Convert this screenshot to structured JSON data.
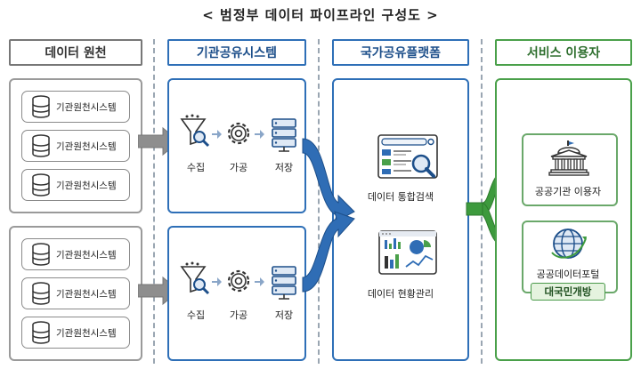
{
  "title": "< 범정부 데이터 파이프라인 구성도 >",
  "columns": {
    "source": {
      "header": "데이터 원천"
    },
    "sharing": {
      "header": "기관공유시스템"
    },
    "platform": {
      "header": "국가공유플랫폼"
    },
    "users": {
      "header": "서비스 이용자"
    }
  },
  "source_groups": [
    {
      "items": [
        "기관원천시스템",
        "기관원천시스템",
        "기관원천시스템"
      ]
    },
    {
      "items": [
        "기관원천시스템",
        "기관원천시스템",
        "기관원천시스템"
      ]
    }
  ],
  "pipeline_steps": [
    "수집",
    "가공",
    "저장"
  ],
  "platform_services": [
    "데이터 통합검색",
    "데이터 현황관리"
  ],
  "service_users": [
    "공공기관 이용자",
    "공공데이터포털"
  ],
  "portal_badge": "대국민개방",
  "colors": {
    "blue": "#2e6fb7",
    "green": "#4aa04a",
    "gray": "#8a8a8a"
  },
  "icons": [
    "database-icon",
    "funnel-search-icon",
    "gear-icon",
    "server-icon",
    "search-window-icon",
    "dashboard-icon",
    "government-building-icon",
    "globe-icon"
  ]
}
